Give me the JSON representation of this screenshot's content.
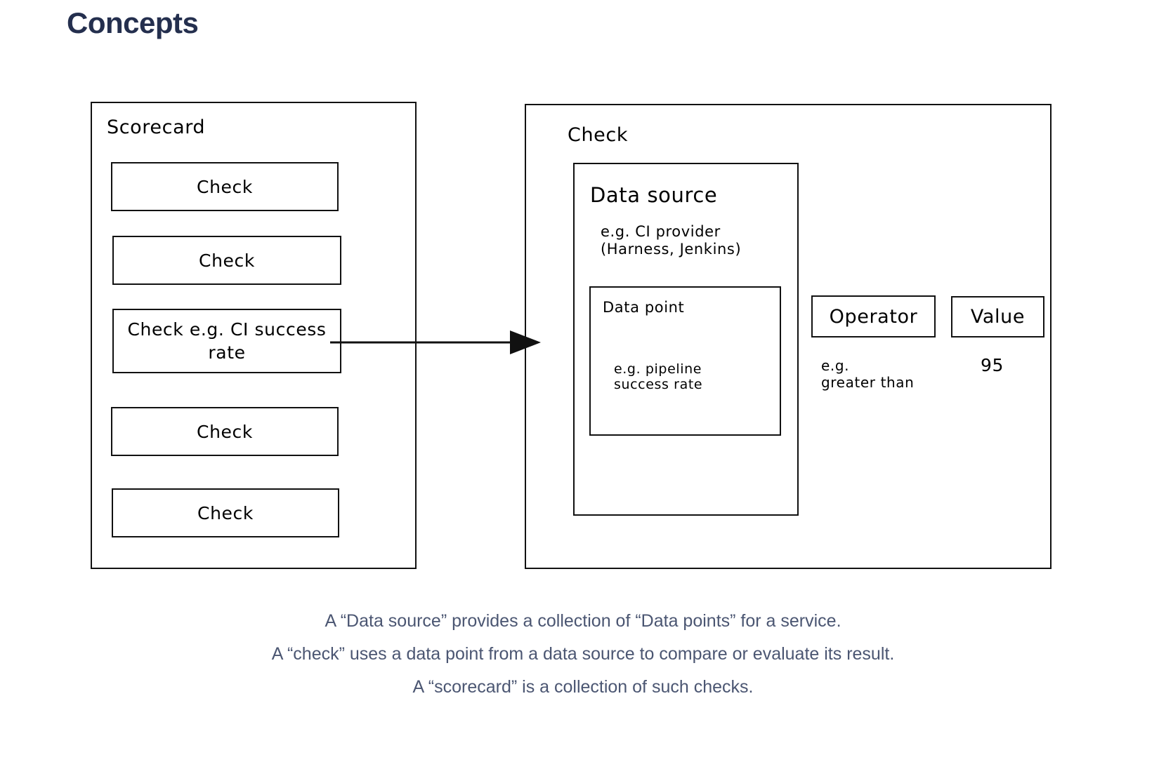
{
  "page": {
    "title": "Concepts",
    "title_color": "#242f4e",
    "background": "#ffffff",
    "stroke_color": "#111111",
    "caption_color": "#4b5672"
  },
  "diagram": {
    "scorecard": {
      "title": "Scorecard",
      "checks": [
        {
          "label": "Check"
        },
        {
          "label": "Check"
        },
        {
          "label": "Check e.g. CI\nsuccess rate"
        },
        {
          "label": "Check"
        },
        {
          "label": "Check"
        }
      ]
    },
    "arrow": {
      "name": "arrow-right",
      "from": "scorecard-check-3",
      "to": "check-detail-panel"
    },
    "check_detail": {
      "title": "Check",
      "data_source": {
        "title": "Data source",
        "example": "e.g. CI provider\n(Harness, Jenkins)",
        "data_point": {
          "title": "Data point",
          "example": "e.g. pipeline\nsuccess rate"
        }
      },
      "operator": {
        "label": "Operator",
        "example": "e.g.\ngreater than"
      },
      "value": {
        "label": "Value",
        "example": "95"
      }
    }
  },
  "caption": {
    "lines": [
      "A “Data source” provides a collection of “Data points” for a service.",
      "A “check” uses a data point from a data source to compare or evaluate its result.",
      "A “scorecard” is a collection of such checks."
    ]
  }
}
